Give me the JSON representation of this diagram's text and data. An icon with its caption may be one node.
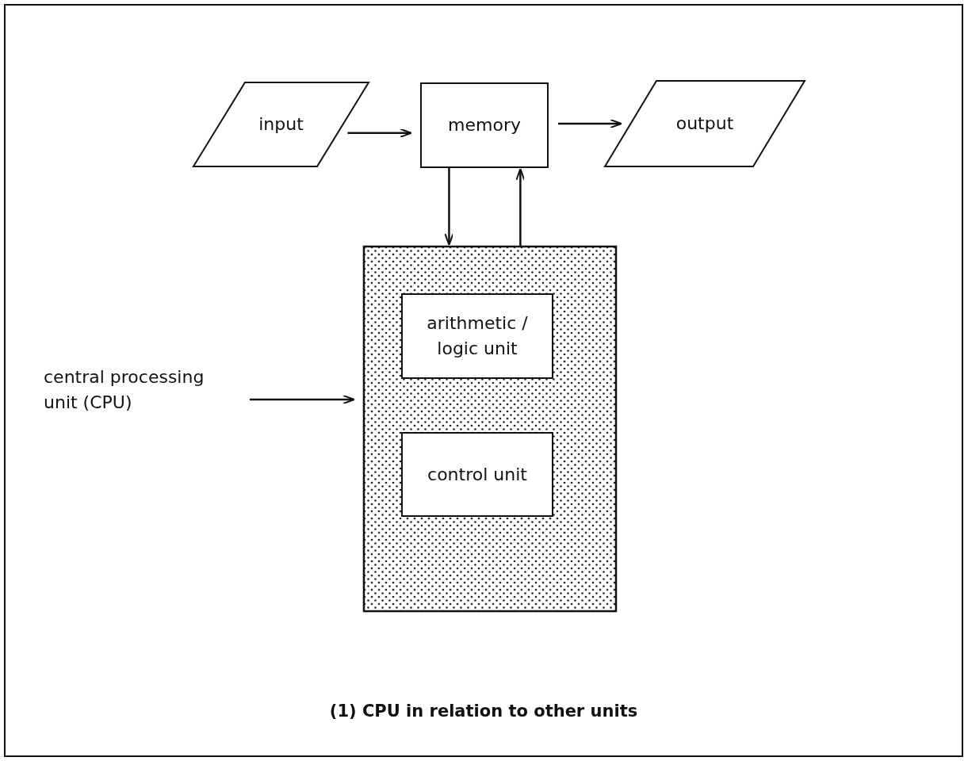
{
  "diagram": {
    "caption": "(1) CPU in relation to other units",
    "nodes": [
      {
        "text": [
          "input"
        ]
      },
      {
        "text": [
          "memory"
        ]
      },
      {
        "text": [
          "output"
        ]
      },
      {
        "text": [],
        "shape": "box"
      },
      {
        "text": [
          "arithmetic / logic unit"
        ],
        "in": 3
      },
      {
        "text": [
          "control unit"
        ],
        "in": 3
      },
      {
        "text": [
          "central processing unit (CPU)"
        ]
      }
    ],
    "edges": [
      {
        "from": 0,
        "to": 1,
        "arrow": "to"
      },
      {
        "from": 1,
        "to": 2,
        "arrow": "to"
      },
      {
        "from": 1,
        "to": 3,
        "arrow": "to"
      },
      {
        "from": 3,
        "to": 1,
        "arrow": "to"
      },
      {
        "from": 6,
        "to": 3,
        "arrow": "to"
      }
    ]
  }
}
